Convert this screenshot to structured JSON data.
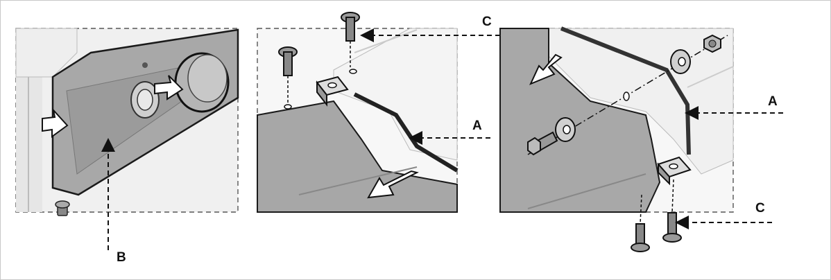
{
  "callouts": {
    "a_middle": "A",
    "a_right": "A",
    "b_left": "B",
    "c_top": "C",
    "c_bottom": "C"
  },
  "colors": {
    "panel_shade": "#a9a9a9",
    "panel_dark": "#8e8e8e",
    "housing": "#f1f1f1",
    "outline": "#1a1a1a",
    "arrow_fill": "#ffffff"
  },
  "icons": {
    "left_panel": [
      "knob-icon",
      "shaft-icon",
      "push-arrow-icon",
      "screw-icon"
    ],
    "middle_panel": [
      "screw-icon",
      "bracket-icon",
      "slide-arrow-icon",
      "gasket-line"
    ],
    "right_panel": [
      "nut-icon",
      "washer-icon",
      "bolt-icon",
      "bracket-icon",
      "screw-icon",
      "slide-arrow-icon"
    ]
  }
}
